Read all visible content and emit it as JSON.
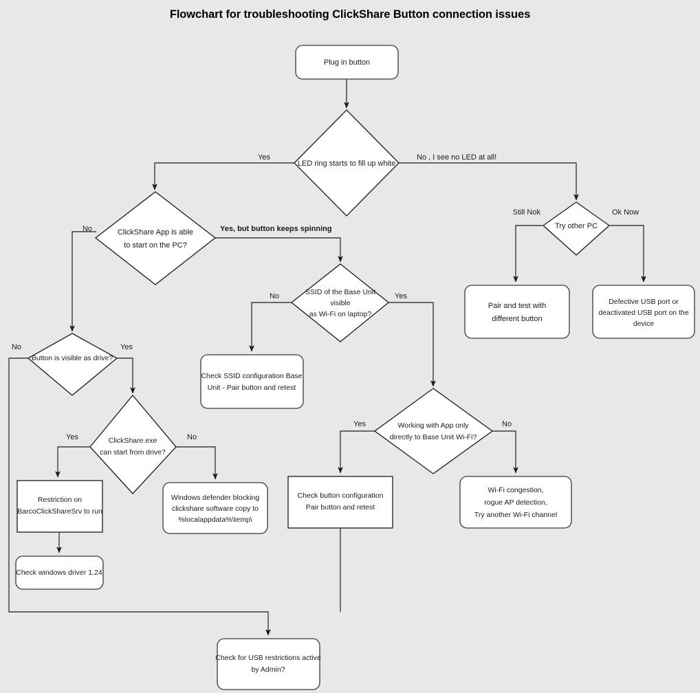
{
  "title": "Flowchart for troubleshooting ClickShare Button connection issues",
  "colors": {
    "background": "#e8e8e8",
    "node_fill": "#ffffff",
    "node_stroke": "#1a1a1a",
    "edge_stroke": "#3b3b3b",
    "text": "#1a1a1a"
  },
  "chart_data": {
    "type": "diagram",
    "title": "Flowchart for troubleshooting ClickShare Button connection issues",
    "nodes": [
      {
        "id": "plug_in",
        "shape": "rounded-rect",
        "label": [
          "Plug in button"
        ]
      },
      {
        "id": "led_ring",
        "shape": "diamond",
        "label": [
          "LED ring starts to fill up white"
        ]
      },
      {
        "id": "app_start",
        "shape": "diamond",
        "label": [
          "ClickShare App is able",
          "to start on the PC?"
        ]
      },
      {
        "id": "try_other_pc",
        "shape": "diamond",
        "label": [
          "Try other PC"
        ]
      },
      {
        "id": "pair_test",
        "shape": "rounded-rect",
        "label": [
          "Pair and test with",
          "different button"
        ]
      },
      {
        "id": "defective_usb",
        "shape": "rounded-rect",
        "label": [
          "Defective USB port or",
          "deactivated USB port on the",
          "device"
        ]
      },
      {
        "id": "ssid_visible",
        "shape": "diamond",
        "label": [
          "SSID of the Base Unit",
          "visible",
          "as Wi-Fi on laptop?"
        ]
      },
      {
        "id": "check_ssid",
        "shape": "rounded-rect",
        "label": [
          "Check SSID configuration Base",
          "Unit - Pair button and retest"
        ]
      },
      {
        "id": "button_drive",
        "shape": "diamond",
        "label": [
          "Button is visible as drive?"
        ]
      },
      {
        "id": "exe_start",
        "shape": "diamond",
        "label": [
          "ClickShare.exe",
          "can start from drive?"
        ]
      },
      {
        "id": "restriction_srv",
        "shape": "rect",
        "label": [
          "Restriction on",
          "BarcoClickShareSrv to run"
        ]
      },
      {
        "id": "check_driver",
        "shape": "rounded-rect",
        "label": [
          "Check windows driver 1.24"
        ]
      },
      {
        "id": "windows_defender",
        "shape": "rounded-rect",
        "label": [
          "Windows defender blocking",
          "clickshare software copy to",
          "%localappdata%\\temp\\"
        ]
      },
      {
        "id": "working_app_only",
        "shape": "diamond",
        "label": [
          "Working with App only",
          "directly to Base Unit Wi-Fi?"
        ]
      },
      {
        "id": "check_button_cfg",
        "shape": "rect",
        "label": [
          "Check button configuration",
          "Pair button and retest"
        ]
      },
      {
        "id": "wifi_congestion",
        "shape": "rounded-rect",
        "label": [
          "Wi-Fi congestion,",
          "rogue AP detection,",
          "Try another Wi-Fi channel"
        ]
      },
      {
        "id": "usb_restrictions",
        "shape": "rounded-rect",
        "label": [
          "Check for USB restrictions active",
          "by Admin?"
        ]
      }
    ],
    "edges": [
      {
        "from": "plug_in",
        "to": "led_ring",
        "label": ""
      },
      {
        "from": "led_ring",
        "to": "app_start",
        "label": "Yes"
      },
      {
        "from": "led_ring",
        "to": "try_other_pc",
        "label": "No , I see no LED at all!"
      },
      {
        "from": "try_other_pc",
        "to": "pair_test",
        "label": "Still Nok"
      },
      {
        "from": "try_other_pc",
        "to": "defective_usb",
        "label": "Ok Now"
      },
      {
        "from": "app_start",
        "to": "button_drive",
        "label": "No"
      },
      {
        "from": "app_start",
        "to": "ssid_visible",
        "label": "Yes, but button keeps spinning"
      },
      {
        "from": "ssid_visible",
        "to": "check_ssid",
        "label": "No"
      },
      {
        "from": "ssid_visible",
        "to": "working_app_only",
        "label": "Yes"
      },
      {
        "from": "button_drive",
        "to": "usb_restrictions",
        "label": "No"
      },
      {
        "from": "button_drive",
        "to": "exe_start",
        "label": "Yes"
      },
      {
        "from": "exe_start",
        "to": "restriction_srv",
        "label": "Yes"
      },
      {
        "from": "exe_start",
        "to": "windows_defender",
        "label": "No"
      },
      {
        "from": "restriction_srv",
        "to": "check_driver",
        "label": ""
      },
      {
        "from": "working_app_only",
        "to": "check_button_cfg",
        "label": "Yes"
      },
      {
        "from": "working_app_only",
        "to": "wifi_congestion",
        "label": "No"
      },
      {
        "from": "check_button_cfg",
        "to": "usb_restrictions",
        "label": ""
      }
    ]
  },
  "labels": {
    "plug_in_l0": "Plug in button",
    "led_ring_l0": "LED ring starts to fill up white",
    "app_start_l0": "ClickShare App is able",
    "app_start_l1": "to start on the PC?",
    "try_other_pc_l0": "Try other PC",
    "pair_test_l0": "Pair and test with",
    "pair_test_l1": "different button",
    "defective_usb_l0": "Defective USB port or",
    "defective_usb_l1": "deactivated USB port on the",
    "defective_usb_l2": "device",
    "ssid_visible_l0": "SSID of the Base Unit",
    "ssid_visible_l1": "visible",
    "ssid_visible_l2": "as Wi-Fi on laptop?",
    "check_ssid_l0": "Check SSID configuration Base",
    "check_ssid_l1": "Unit - Pair button and retest",
    "button_drive_l0": "Button is visible as drive?",
    "exe_start_l0": "ClickShare.exe",
    "exe_start_l1": "can start from drive?",
    "restriction_srv_l0": "Restriction on",
    "restriction_srv_l1": "BarcoClickShareSrv to run",
    "check_driver_l0": "Check windows driver 1.24",
    "windows_defender_l0": "Windows defender blocking",
    "windows_defender_l1": "clickshare software copy to",
    "windows_defender_l2": "%localappdata%\\temp\\",
    "working_app_only_l0": "Working with App only",
    "working_app_only_l1": "directly to Base Unit Wi-Fi?",
    "check_button_cfg_l0": "Check button configuration",
    "check_button_cfg_l1": "Pair button and retest",
    "wifi_congestion_l0": "Wi-Fi congestion,",
    "wifi_congestion_l1": "rogue AP detection,",
    "wifi_congestion_l2": "Try another Wi-Fi channel",
    "usb_restrictions_l0": "Check for USB restrictions active",
    "usb_restrictions_l1": "by Admin?"
  },
  "edge_labels": {
    "led_yes": "Yes",
    "led_no": "No , I see no LED at all!",
    "trypc_still_nok": "Still Nok",
    "trypc_ok_now": "Ok Now",
    "app_no": "No",
    "app_yes_spinning": "Yes, but button keeps spinning",
    "ssid_no": "No",
    "ssid_yes": "Yes",
    "drive_no": "No",
    "drive_yes": "Yes",
    "exe_yes": "Yes",
    "exe_no": "No",
    "work_yes": "Yes",
    "work_no": "No"
  }
}
